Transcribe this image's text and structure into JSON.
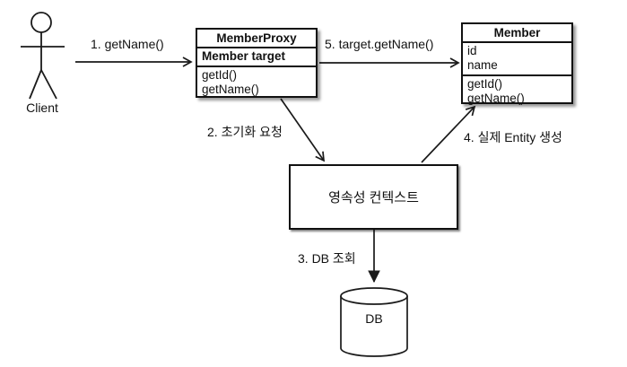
{
  "actor": {
    "label": "Client"
  },
  "classes": {
    "member_proxy": {
      "title": "MemberProxy",
      "fields": [
        "Member target"
      ],
      "methods": [
        "getId()",
        "getName()"
      ]
    },
    "member": {
      "title": "Member",
      "fields": [
        "id",
        "name"
      ],
      "methods": [
        "getId()",
        "getName()"
      ]
    }
  },
  "nodes": {
    "persistence_context": {
      "label": "영속성 컨텍스트"
    },
    "database": {
      "label": "DB"
    }
  },
  "arrows": [
    {
      "label": "1. getName()",
      "from": "Client",
      "to": "MemberProxy"
    },
    {
      "label": "2. 초기화 요청",
      "from": "MemberProxy",
      "to": "영속성 컨텍스트"
    },
    {
      "label": "3. DB 조회",
      "from": "영속성 컨텍스트",
      "to": "DB"
    },
    {
      "label": "4. 실제 Entity 생성",
      "from": "영속성 컨텍스트",
      "to": "Member"
    },
    {
      "label": "5. target.getName()",
      "from": "MemberProxy",
      "to": "Member"
    }
  ],
  "colors": {
    "line": "#1a1a1a",
    "background": "#ffffff"
  }
}
